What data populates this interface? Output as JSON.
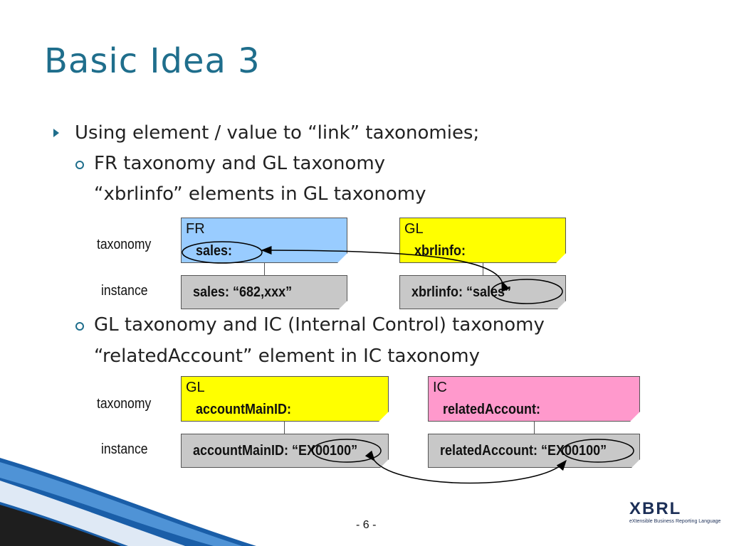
{
  "title": "Basic Idea 3",
  "bullet1": "Using element / value to “link” taxonomies;",
  "section1": {
    "line1": "FR taxonomy and GL taxonomy",
    "line2": "“xbrlinfo” elements in GL taxonomy",
    "row_taxonomy": "taxonomy",
    "row_instance": "instance",
    "left_box": {
      "header": "FR",
      "element": "sales:",
      "instance": "sales: “682,xxx”"
    },
    "right_box": {
      "header": "GL",
      "element": "xbrlinfo:",
      "instance": "xbrlinfo: “sales”"
    }
  },
  "section2": {
    "line1": "GL taxonomy and IC (Internal Control) taxonomy",
    "line2": "“relatedAccount” element in IC taxonomy",
    "row_taxonomy": "taxonomy",
    "row_instance": "instance",
    "left_box": {
      "header": "GL",
      "element": "accountMainID:",
      "instance": "accountMainID: “EX00100”"
    },
    "right_box": {
      "header": "IC",
      "element": "relatedAccount:",
      "instance": "relatedAccount: “EX00100”"
    }
  },
  "page_number": "- 6 -",
  "logo": {
    "name": "XBRL",
    "tagline": "eXtensible Business Reporting Language"
  },
  "colors": {
    "title": "#1f6e8c",
    "fr_box": "#99ccff",
    "gl_box": "#ffff00",
    "ic_box": "#ff99cc",
    "instance_box": "#c8c8c8"
  }
}
